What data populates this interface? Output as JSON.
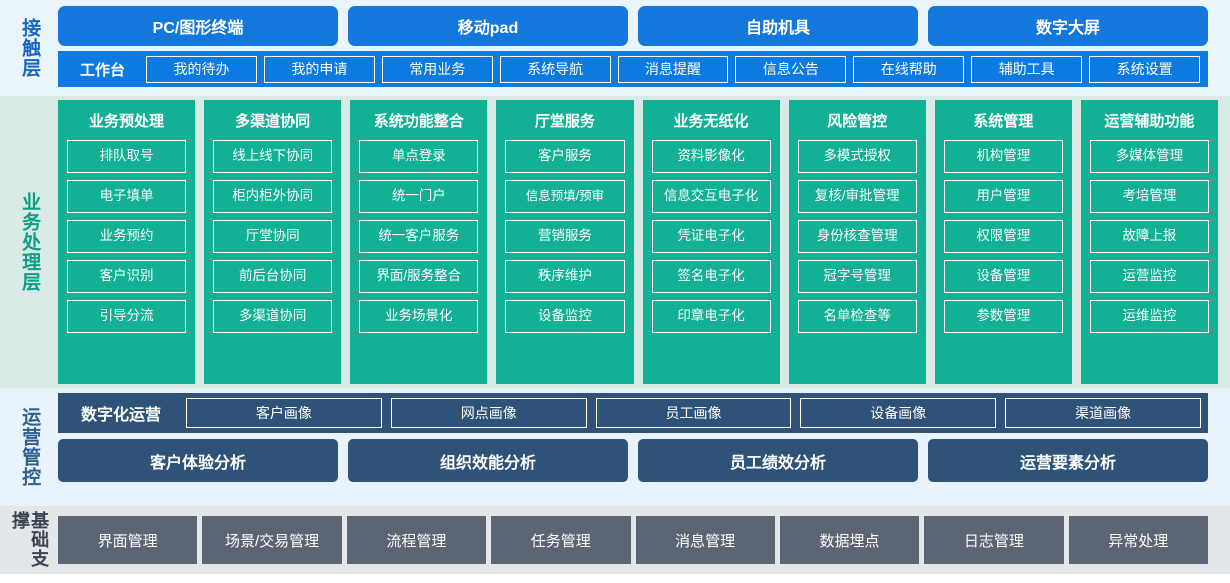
{
  "contact_layer": {
    "label": "接触层",
    "channels": [
      "PC/图形终端",
      "移动pad",
      "自助机具",
      "数字大屏"
    ],
    "workbench_label": "工作台",
    "tools": [
      "我的待办",
      "我的申请",
      "常用业务",
      "系统导航",
      "消息提醒",
      "信息公告",
      "在线帮助",
      "辅助工具",
      "系统设置"
    ],
    "accent": "#1377dc",
    "toolbar_bg": "#0c7ae0",
    "bg": "#eaf4fb"
  },
  "business_layer": {
    "label": "业务处理层",
    "accent": "#12b094",
    "bg": "#d7ebe4",
    "columns": [
      {
        "title": "业务预处理",
        "items": [
          "排队取号",
          "电子填单",
          "业务预约",
          "客户识别",
          "引导分流"
        ]
      },
      {
        "title": "多渠道协同",
        "items": [
          "线上线下协同",
          "柜内柜外协同",
          "厅堂协同",
          "前后台协同",
          "多渠道协同"
        ]
      },
      {
        "title": "系统功能整合",
        "items": [
          "单点登录",
          "统一门户",
          "统一客户服务",
          "界面/服务整合",
          "业务场景化"
        ]
      },
      {
        "title": "厅堂服务",
        "items": [
          "客户服务",
          "信息预填/预审",
          "营销服务",
          "秩序维护",
          "设备监控"
        ]
      },
      {
        "title": "业务无纸化",
        "items": [
          "资料影像化",
          "信息交互电子化",
          "凭证电子化",
          "签名电子化",
          "印章电子化"
        ]
      },
      {
        "title": "风险管控",
        "items": [
          "多模式授权",
          "复核/审批管理",
          "身份核查管理",
          "冠字号管理",
          "名单检查等"
        ]
      },
      {
        "title": "系统管理",
        "items": [
          "机构管理",
          "用户管理",
          "权限管理",
          "设备管理",
          "参数管理"
        ]
      },
      {
        "title": "运营辅助功能",
        "items": [
          "多媒体管理",
          "考培管理",
          "故障上报",
          "运营监控",
          "运维监控"
        ]
      }
    ]
  },
  "operations_layer": {
    "label": "运营管控",
    "accent": "#2f5378",
    "bg": "#e8f3fb",
    "digital_ops_label": "数字化运营",
    "portraits": [
      "客户画像",
      "网点画像",
      "员工画像",
      "设备画像",
      "渠道画像"
    ],
    "analyses": [
      "客户体验分析",
      "组织效能分析",
      "员工绩效分析",
      "运营要素分析"
    ]
  },
  "foundation_layer": {
    "label": "基础支撑",
    "accent": "#5b6573",
    "bg": "#e4e7ea",
    "items": [
      "界面管理",
      "场景/交易管理",
      "流程管理",
      "任务管理",
      "消息管理",
      "数据埋点",
      "日志管理",
      "异常处理"
    ]
  }
}
